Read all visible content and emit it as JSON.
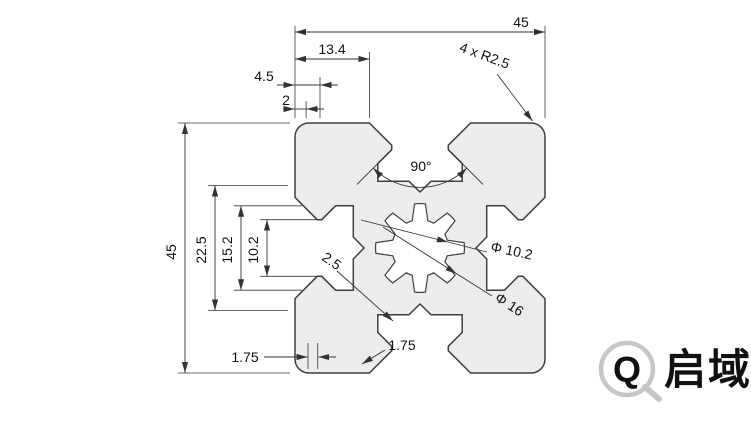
{
  "drawing": {
    "dims": {
      "top_width": "45",
      "slot_offset": "13.4",
      "lip_depth": "4.5",
      "wall_2": "2",
      "left_height": "45",
      "half_height": "22.5",
      "cavity_width": "15.2",
      "slot_opening": "10.2",
      "lip_overhang": "2.5",
      "wall_bottom_left": "1.75",
      "wall_bottom_mid": "1.75",
      "groove_angle": "90°",
      "corner_radius_note": "4 x R2.5",
      "bore_dia": "Φ 10.2",
      "circle_dia": "Φ 16"
    },
    "watermark": {
      "logo_letter": "Q",
      "brand": "启域"
    },
    "colors": {
      "profile_fill": "#ececec",
      "outline": "#3f3f3f",
      "dimension_line": "#333333",
      "watermark": "#c6c6c6"
    }
  }
}
